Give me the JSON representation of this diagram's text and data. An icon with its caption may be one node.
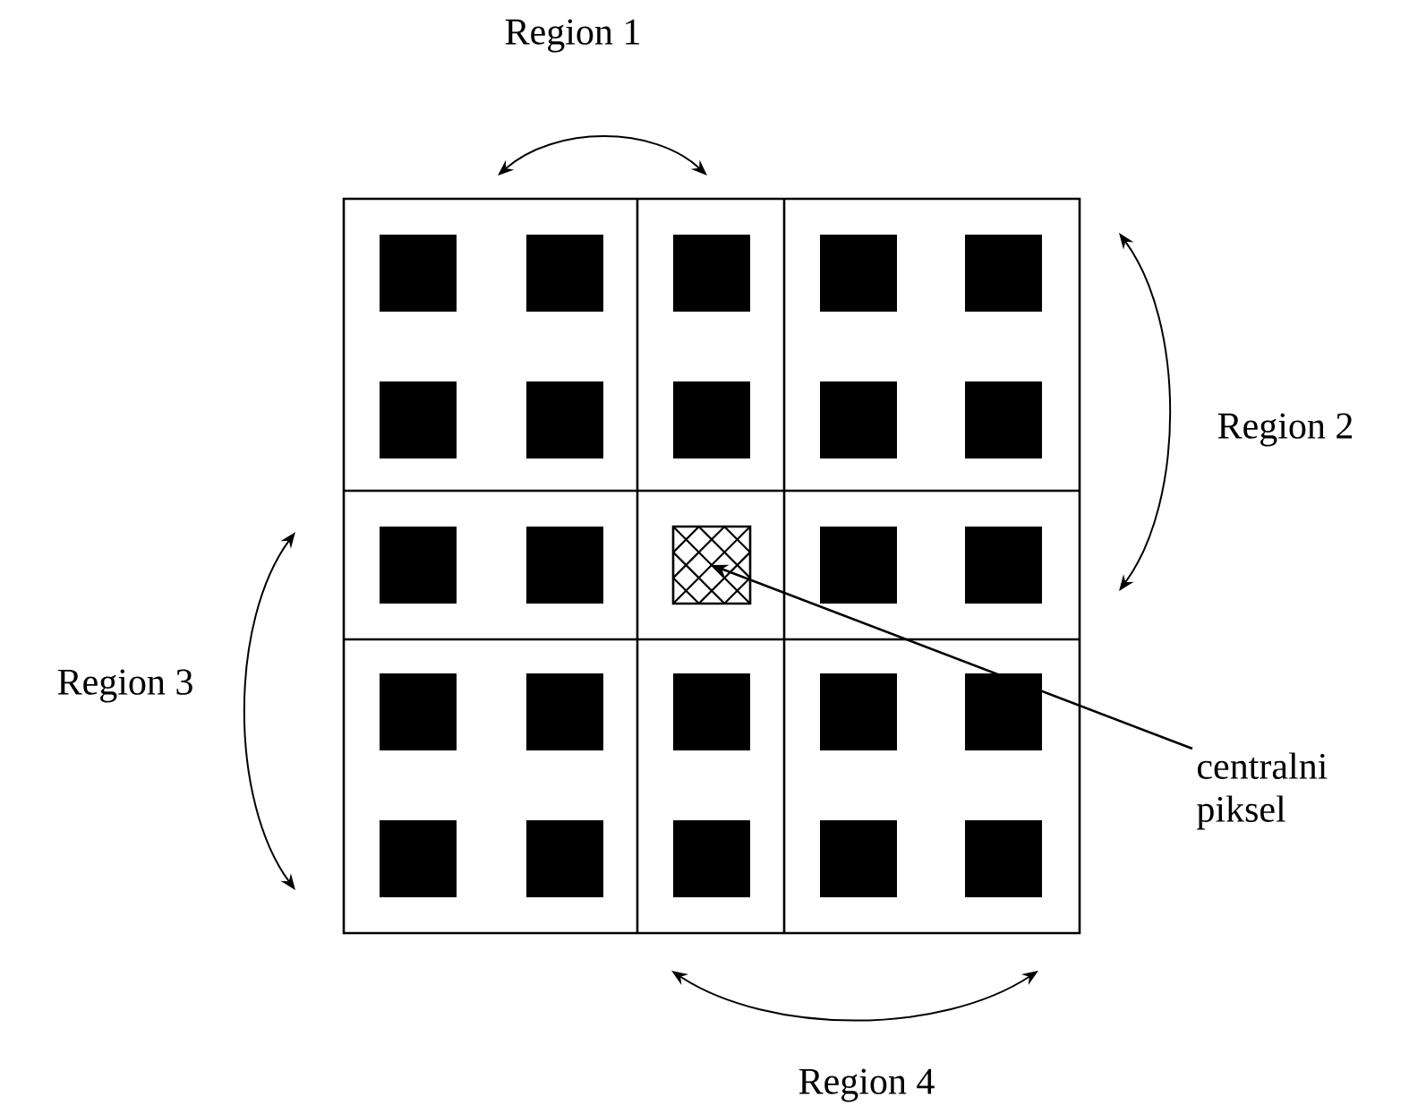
{
  "diagram": {
    "nodes": [
      {
        "text": [
          "centralni piksel"
        ]
      },
      {
        "text": [],
        "shape": "box"
      }
    ],
    "edges": [
      {
        "from": 0,
        "to": 1,
        "arrow": "to"
      }
    ],
    "labels": [
      "Region 1",
      "Region 2",
      "Region 3",
      "Region 4"
    ]
  }
}
